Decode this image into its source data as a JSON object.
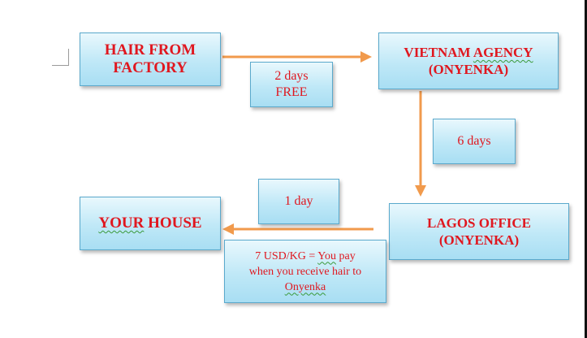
{
  "colors": {
    "box_text": "#e0171f",
    "box_fill": "#bfe8f7",
    "box_border": "#5aa9cc",
    "arrow": "#f19a4c"
  },
  "nodes": {
    "factory": {
      "line1": "HAIR FROM",
      "line2": "FACTORY"
    },
    "vietnam": {
      "line1_a": "VIETNAM ",
      "line1_b": "AGENCY",
      "line2": "(ONYENKA)"
    },
    "lagos": {
      "line1": "LAGOS OFFICE",
      "line2": "(ONYENKA)"
    },
    "house": {
      "word1": "YOUR",
      "word2": " HOUSE"
    }
  },
  "notes": {
    "factory_to_vietnam": {
      "line1": "2 days",
      "line2": "FREE"
    },
    "vietnam_to_lagos": {
      "text": "6 days"
    },
    "lagos_to_house": {
      "text": "1 day"
    },
    "payment": {
      "line1_a": "7 USD/KG = ",
      "line1_b": "You",
      "line1_c": " pay",
      "line2": "when you receive hair to",
      "line3": "Onyenka"
    }
  }
}
